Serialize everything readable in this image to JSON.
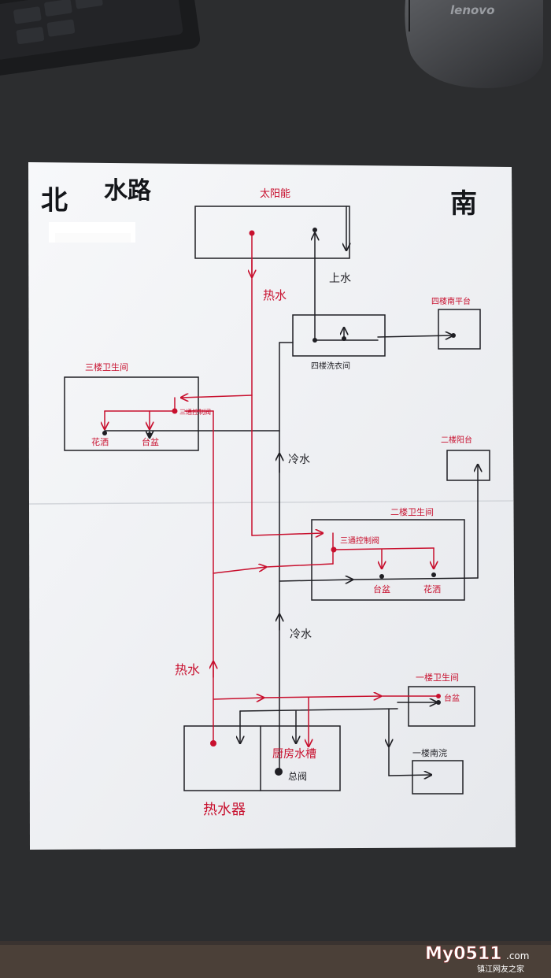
{
  "sheet": {
    "north": "北",
    "south": "南",
    "title": "水路"
  },
  "labels": {
    "solar": "太阳能",
    "up_water": "上水",
    "hot_water_solar": "热水",
    "laundry_4f": "四楼洗衣间",
    "south_balcony_4f": "四楼南平台",
    "bathroom_3f": "三楼卫生间",
    "valve_3f": "三通控制阀",
    "shower_3f": "花洒",
    "basin_3f": "台盆",
    "cold_water_upper": "冷水",
    "balcony_2f": "二楼阳台",
    "bathroom_2f": "二楼卫生间",
    "valve_2f": "三通控制阀",
    "basin_2f": "台盆",
    "shower_2f": "花洒",
    "cold_water_lower": "冷水",
    "hot_water_lower": "热水",
    "bathroom_1f": "一楼卫生间",
    "basin_1f": "台盆",
    "south_wash_1f": "一楼南浣",
    "kitchen_sink": "厨房水槽",
    "main_valve": "总阀",
    "water_heater": "热水器"
  },
  "watermark": {
    "brand": "My0511",
    "domain": ".com",
    "sub": "镇江网友之家"
  },
  "device": {
    "mouse_brand": "lenovo"
  },
  "colors": {
    "hot_pipe": "#c8102e",
    "cold_pipe": "#1f1f24",
    "paper": "#f2f3f5",
    "desk": "#2c2d2f"
  }
}
